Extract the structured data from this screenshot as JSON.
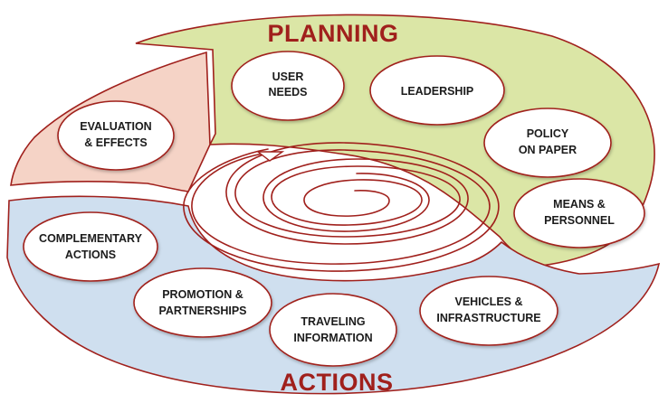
{
  "sections": {
    "planning": {
      "title": "PLANNING",
      "color": "#dbe6a6"
    },
    "evaluation": {
      "color": "#f5d3c6"
    },
    "actions": {
      "title": "ACTIONS",
      "color": "#cfdfef"
    }
  },
  "nodes": {
    "user_needs": {
      "line1": "USER",
      "line2": "NEEDS"
    },
    "leadership": {
      "line1": "LEADERSHIP"
    },
    "policy_on_paper": {
      "line1": "POLICY",
      "line2": "ON PAPER"
    },
    "means_personnel": {
      "line1": "MEANS &",
      "line2": "PERSONNEL"
    },
    "evaluation_effects": {
      "line1": "EVALUATION",
      "line2": "& EFFECTS"
    },
    "complementary_actions": {
      "line1": "COMPLEMENTARY",
      "line2": "ACTIONS"
    },
    "promotion_partnerships": {
      "line1": "PROMOTION &",
      "line2": "PARTNERSHIPS"
    },
    "traveling_information": {
      "line1": "TRAVELING",
      "line2": "INFORMATION"
    },
    "vehicles_infrastructure": {
      "line1": "VEHICLES &",
      "line2": "INFRASTRUCTURE"
    }
  },
  "colors": {
    "outline": "#a0201c",
    "title": "#a0201c",
    "node_fill": "#ffffff",
    "spiral": "#a0201c"
  }
}
